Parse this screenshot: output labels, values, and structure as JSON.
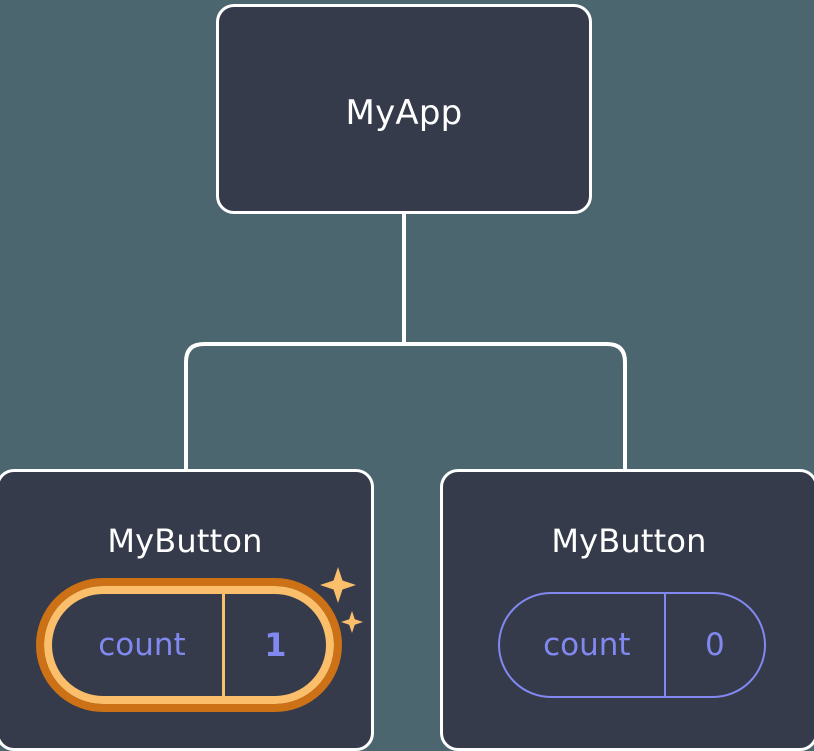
{
  "diagram": {
    "type": "component-tree",
    "background_color": "#4c6670",
    "node_fill": "#353b4a",
    "node_border": "#ffffff",
    "accent_purple": "#8188f0",
    "accent_orange_inner": "#fbbf6b",
    "accent_orange_outer": "#cc7115",
    "connector_color": "#ffffff"
  },
  "root": {
    "label": "MyApp"
  },
  "children": [
    {
      "label": "MyButton",
      "state": {
        "key": "count",
        "value": "1",
        "highlighted": true,
        "sparkle_large": "sparkle-icon",
        "sparkle_small": "sparkle-icon"
      }
    },
    {
      "label": "MyButton",
      "state": {
        "key": "count",
        "value": "0",
        "highlighted": false
      }
    }
  ]
}
